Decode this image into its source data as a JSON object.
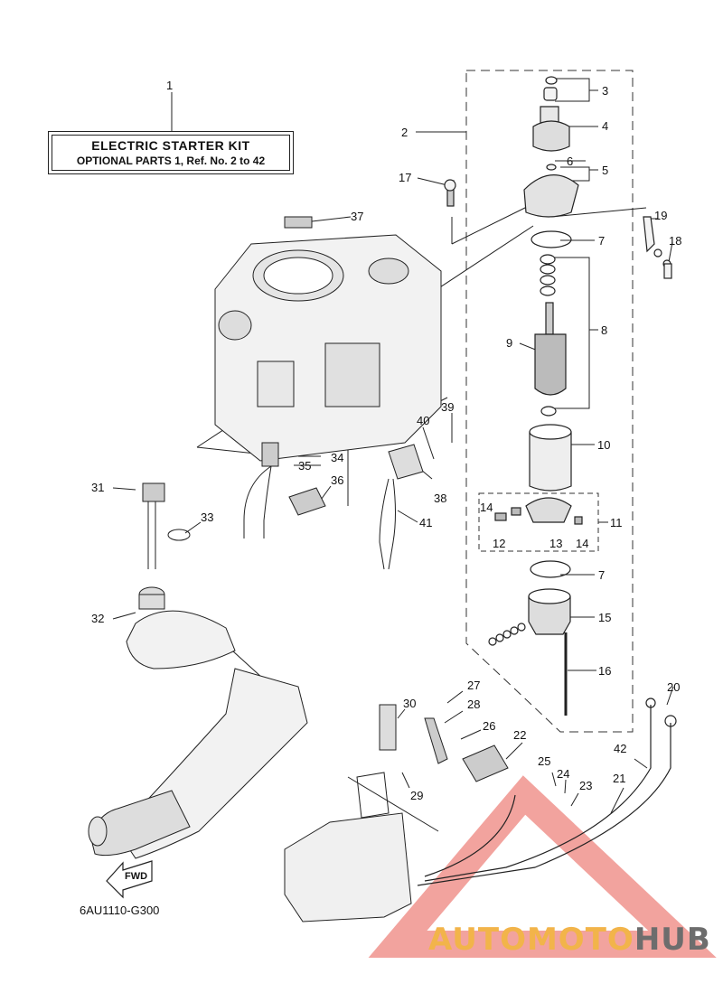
{
  "kit_label": {
    "title": "ELECTRIC STARTER KIT",
    "subtitle": "OPTIONAL PARTS 1, Ref. No. 2 to 42"
  },
  "diagram_code": "6AU1110-G300",
  "fwd_label": "FWD",
  "watermark": {
    "part1": "AUTOMOTO",
    "part2": "HUB",
    "color1": "#f2b44a",
    "color2": "#6d6d6d",
    "triangle_color": "#e8574f"
  },
  "callouts": [
    "1",
    "2",
    "3",
    "4",
    "5",
    "6",
    "7",
    "8",
    "9",
    "10",
    "11",
    "12",
    "13",
    "14",
    "15",
    "16",
    "17",
    "18",
    "19",
    "20",
    "21",
    "22",
    "23",
    "24",
    "25",
    "26",
    "27",
    "28",
    "29",
    "30",
    "31",
    "32",
    "33",
    "34",
    "35",
    "36",
    "37",
    "38",
    "39",
    "40",
    "41",
    "42"
  ],
  "callouts_extra": {
    "7b": "7",
    "14b": "14"
  }
}
